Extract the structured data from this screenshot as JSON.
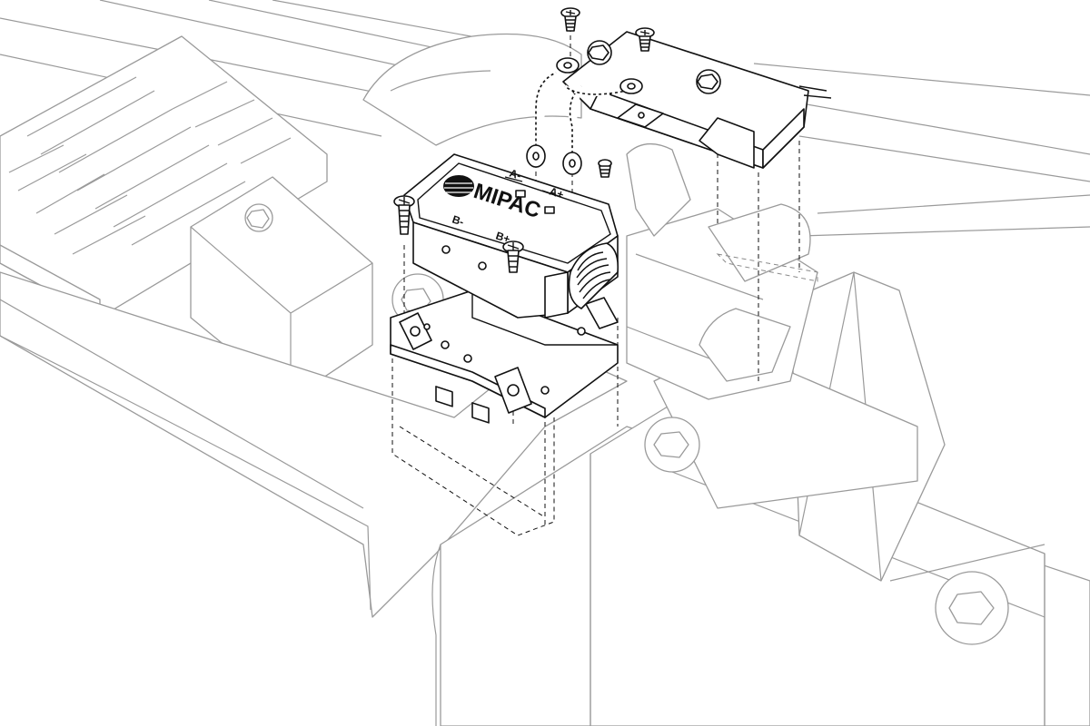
{
  "diagram": {
    "brand_label": "MIPAC",
    "terminal_labels": {
      "a_minus": "A-",
      "a_plus": "A+",
      "b_minus": "B-",
      "b_plus": "B+"
    },
    "colors": {
      "ink": "#111111",
      "ghost": "#9a9a9a",
      "background": "#ffffff"
    }
  }
}
